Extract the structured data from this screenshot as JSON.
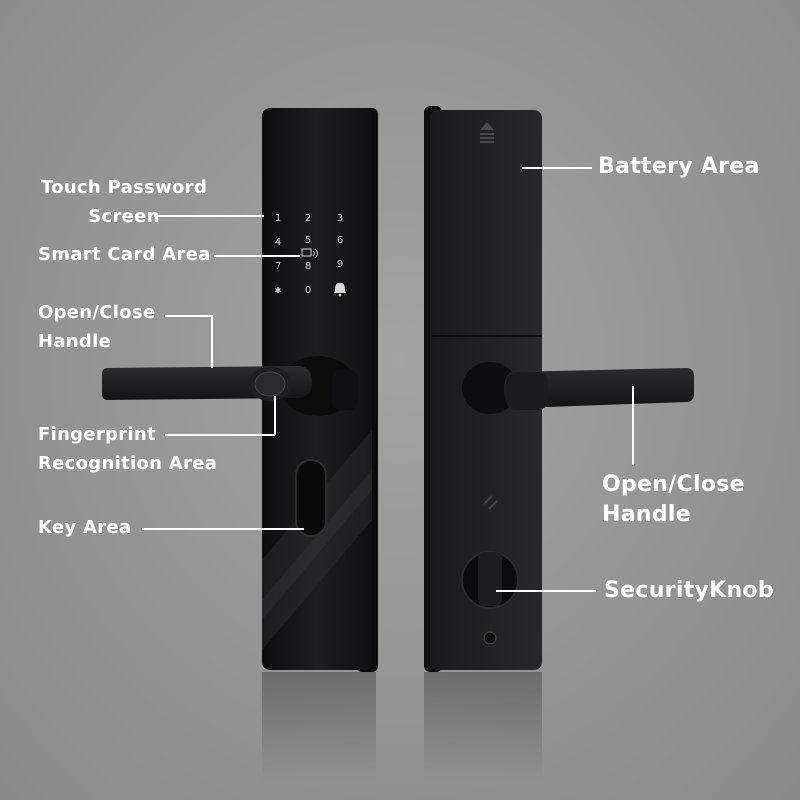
{
  "labels": {
    "touch_password_line1": "Touch Password",
    "touch_password_line2": "Screen",
    "smart_card": "Smart Card Area",
    "open_close_left_line1": "Open/Close",
    "open_close_left_line2": "Handle",
    "fingerprint_line1": "Fingerprint",
    "fingerprint_line2": "Recognition Area",
    "key_area": "Key Area",
    "battery_area": "Battery Area",
    "open_close_right_line1": "Open/Close",
    "open_close_right_line2": "Handle",
    "security_knob": "SecurityKnob"
  },
  "keypad": [
    "1",
    "2",
    "3",
    "4",
    "5",
    "6",
    "7",
    "8",
    "9",
    "✱",
    "0",
    "🔔"
  ],
  "colors": {
    "background": "#939393",
    "text": "#ffffff",
    "lock_body": "#1b1b1d"
  },
  "icons": [
    "card-reader-icon",
    "bell-icon",
    "eject-arrow-icon",
    "grille-icon",
    "keyhole-icon"
  ]
}
